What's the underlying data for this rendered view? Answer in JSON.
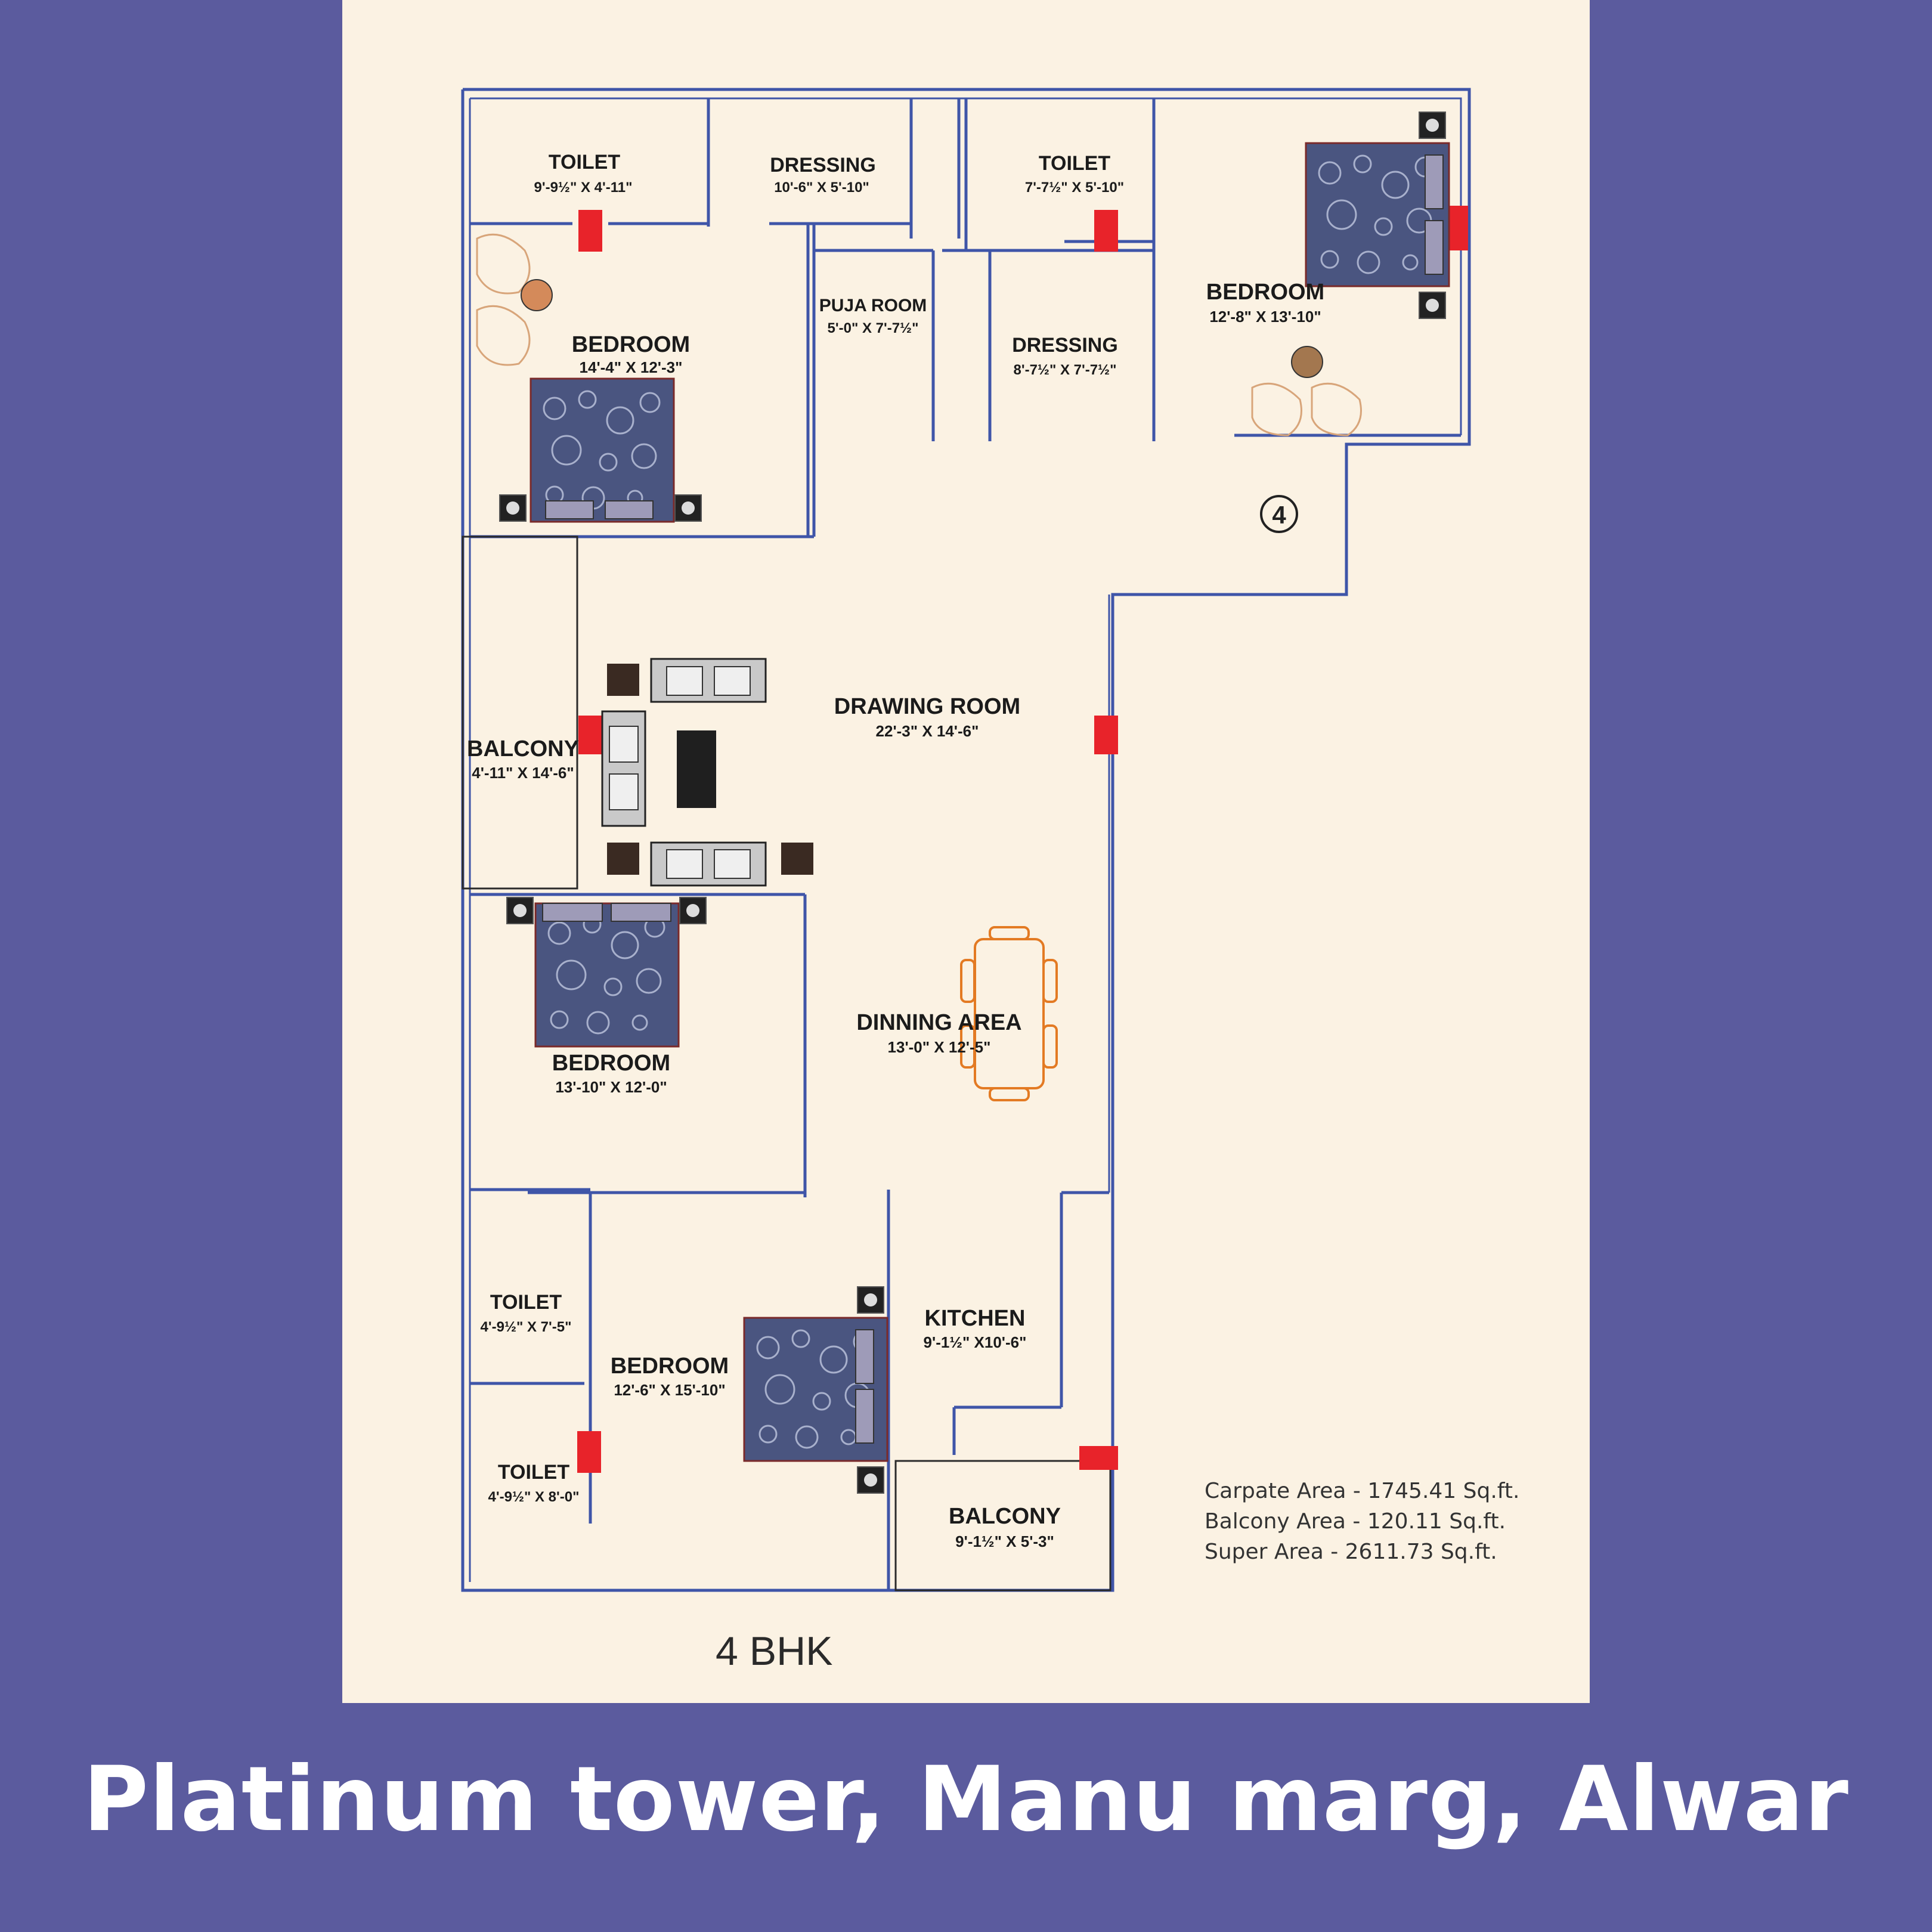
{
  "plan_type": "4 BHK",
  "rooms": {
    "toilet_1": {
      "name": "TOILET",
      "dim": "9'-9½\" X 4'-11\""
    },
    "dressing_1": {
      "name": "DRESSING",
      "dim": "10'-6\" X 5'-10\""
    },
    "toilet_2": {
      "name": "TOILET",
      "dim": "7'-7½\" X 5'-10\""
    },
    "bedroom_4": {
      "name": "BEDROOM",
      "dim": "12'-8\" X 13'-10\""
    },
    "bedroom_1": {
      "name": "BEDROOM",
      "dim": "14'-4\" X 12'-3\""
    },
    "puja": {
      "name": "PUJA ROOM",
      "dim": "5'-0\" X 7'-7½\""
    },
    "dressing_2": {
      "name": "DRESSING",
      "dim": "8'-7½\" X 7'-7½\""
    },
    "drawing": {
      "name": "DRAWING ROOM",
      "dim": "22'-3\" X 14'-6\""
    },
    "balcony_1": {
      "name": "BALCONY",
      "dim": "4'-11\" X 14'-6\""
    },
    "bedroom_2": {
      "name": "BEDROOM",
      "dim": "13'-10\" X 12'-0\""
    },
    "dining": {
      "name": "DINNING AREA",
      "dim": "13'-0\" X 12'-5\""
    },
    "toilet_3": {
      "name": "TOILET",
      "dim": "4'-9½\" X 7'-5\""
    },
    "bedroom_3": {
      "name": "BEDROOM",
      "dim": "12'-6\" X 15'-10\""
    },
    "kitchen": {
      "name": "KITCHEN",
      "dim": "9'-1½\" X10'-6\""
    },
    "toilet_4": {
      "name": "TOILET",
      "dim": "4'-9½\" X 8'-0\""
    },
    "balcony_2": {
      "name": "BALCONY",
      "dim": "9'-1½\" X 5'-3\""
    }
  },
  "unit_marker": "4",
  "areas": {
    "carpet": "Carpate Area - 1745.41 Sq.ft.",
    "balcony": "Balcony Area - 120.11 Sq.ft.",
    "super": "Super Area - 2611.73 Sq.ft."
  },
  "footer_title": "Platinum tower, Manu marg, Alwar",
  "colors": {
    "background": "#5b5b9e",
    "sheet": "#fbf2e3",
    "walls": "#3f55a8",
    "doors": "#e8232a",
    "furniture_accent": "#e37a23"
  }
}
